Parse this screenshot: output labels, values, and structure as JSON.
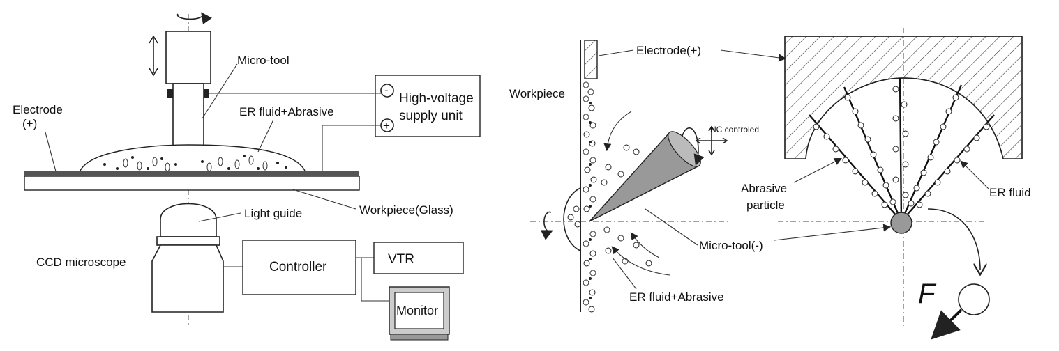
{
  "left_diagram": {
    "labels": {
      "micro_tool": "Micro-tool",
      "electrode": "Electrode",
      "electrode_sign": "(+)",
      "er_fluid": "ER fluid+Abrasive",
      "hv_line1": "High-voltage",
      "hv_line2": "supply unit",
      "minus": "-",
      "plus": "+",
      "light_guide": "Light guide",
      "workpiece": "Workpiece(Glass)",
      "ccd": "CCD microscope",
      "controller": "Controller",
      "vtr": "VTR",
      "monitor": "Monitor"
    }
  },
  "right_diagram": {
    "labels": {
      "electrode": "Electrode(+)",
      "workpiece": "Workpiece",
      "nc": "NC controled",
      "abrasive_line1": "Abrasive",
      "abrasive_line2": "particle",
      "er_fluid": "ER fluid",
      "micro_tool": "Micro-tool(-)",
      "er_fluid_abrasive": "ER fluid+Abrasive",
      "force": "F"
    }
  }
}
